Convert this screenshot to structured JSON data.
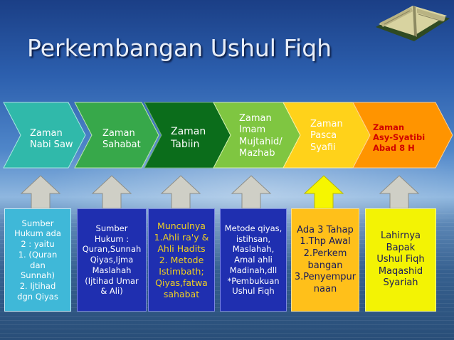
{
  "title": "Perkembangan Ushul Fiqh",
  "colors": {
    "stage1": "#30b9aa",
    "stage2": "#37a84a",
    "stage3": "#0b6d1b",
    "stage4": "#7fc641",
    "stage5": "#ffd21a",
    "stage6": "#ff9400",
    "box_cyan": "#3fb8d8",
    "box_blue": "#1f2fb0",
    "box_orange": "#ffc01a",
    "box_yellow": "#f3f304",
    "arrow_gray": "#cfcfc6"
  },
  "stages": [
    {
      "label": "Zaman\nNabi Saw"
    },
    {
      "label": "Zaman\nSahabat"
    },
    {
      "label": "Zaman\nTabiin"
    },
    {
      "label": "Zaman\nImam\nMujtahid/\nMazhab"
    },
    {
      "label": "Zaman\nPasca\nSyafii"
    },
    {
      "label": "Zaman\nAsy-Syatibi\nAbad 8 H"
    }
  ],
  "details": [
    {
      "text": "Sumber\nHukum ada\n2 : yaitu\n1. (Quran\ndan\nSunnah)\n2. Ijtihad\ndgn Qiyas"
    },
    {
      "text": "Sumber\nHukum :\nQuran,Sunnah\nQiyas,Ijma\nMaslahah\n(Ijtihad Umar\n& Ali)"
    },
    {
      "text": "Munculnya\n1.Ahli ra'y &\nAhli Hadits\n2. Metode\nIstimbath;\nQiyas,fatwa\nsahabat"
    },
    {
      "text": "Metode qiyas,\nistihsan,\nMaslahah,\nAmal ahli\nMadinah,dll\n*Pembukuan\nUshul Fiqh"
    },
    {
      "text": "Ada 3 Tahap\n1.Thp Awal\n2.Perkem\nbangan\n3.Penyempur\nnaan"
    },
    {
      "text": "Lahirnya\nBapak\nUshul Fiqh\nMaqashid\nSyariah"
    }
  ]
}
